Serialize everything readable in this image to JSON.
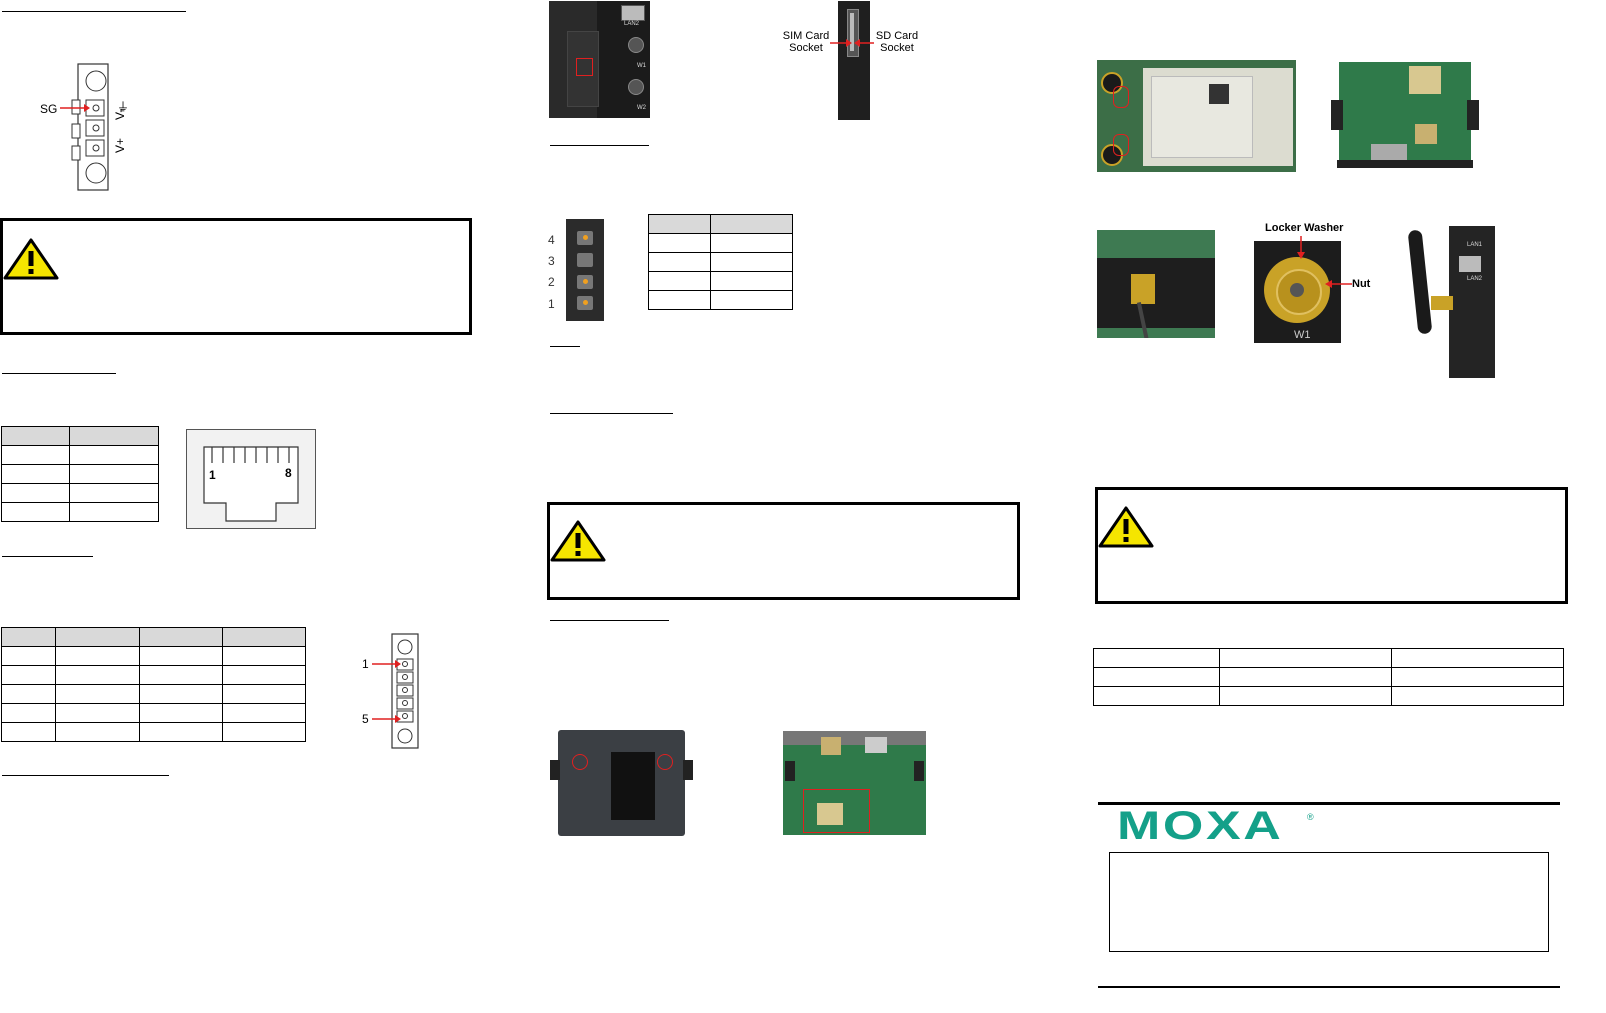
{
  "column1": {
    "power_terminal": {
      "sg_label": "SG",
      "vplus_label": "V+",
      "vminus_label": "V-"
    },
    "rj45": {
      "pin_left_label": "1",
      "pin_right_label": "8"
    },
    "serial_terminal": {
      "pin1_label": "1",
      "pin5_label": "5"
    }
  },
  "column2": {
    "sockets": {
      "sim_label_line1": "SIM Card",
      "sim_label_line2": "Socket",
      "sd_label_line1": "SD Card",
      "sd_label_line2": "Socket"
    },
    "front_panel": {
      "lan2_label": "LAN2",
      "w1_label": "W1",
      "w2_label": "W2"
    },
    "leds": {
      "labels": [
        "4",
        "3",
        "2",
        "1"
      ]
    }
  },
  "column3": {
    "antenna": {
      "locker_washer_label": "Locker Washer",
      "nut_label": "Nut",
      "w1_label": "W1",
      "lan1_label": "LAN1",
      "lan2_label": "LAN2"
    },
    "brand": {
      "logo_text": "MOXA",
      "registered_mark": "®"
    }
  },
  "colors": {
    "warning_yellow": "#f5e500",
    "moxa_teal": "#14a089",
    "marker_red": "#e02020",
    "header_gray": "#d9d9d9"
  }
}
